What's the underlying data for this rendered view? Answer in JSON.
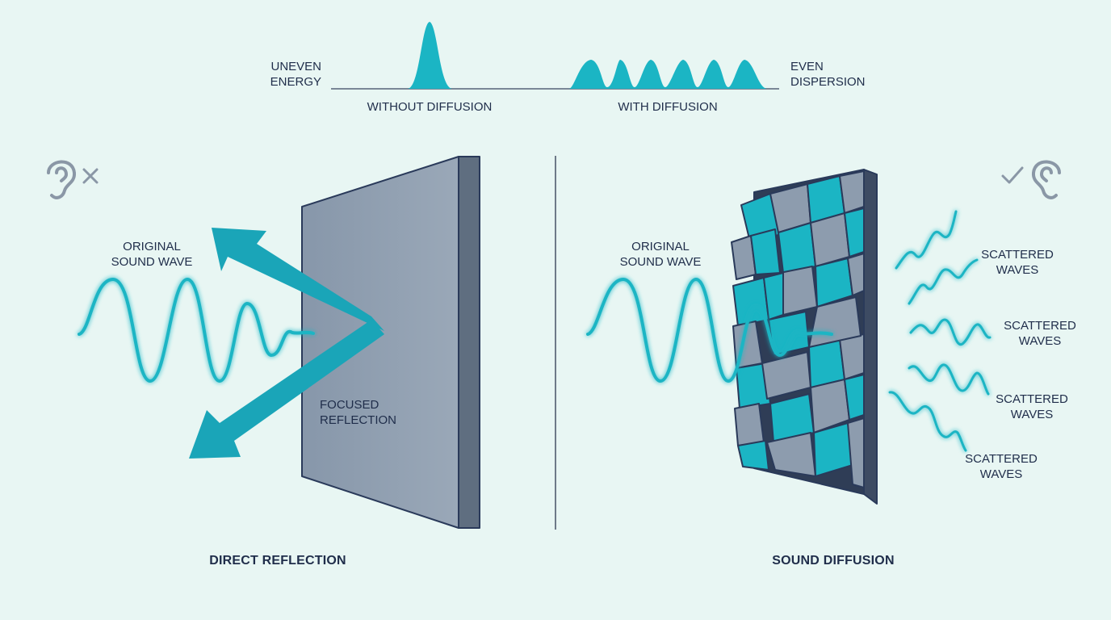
{
  "energy_graph": {
    "uneven_label": "UNEVEN\nENERGY",
    "even_label": "EVEN\nDISPERSION",
    "without_label": "WITHOUT DIFFUSION",
    "with_label": "WITH DIFFUSION"
  },
  "left_panel": {
    "title": "DIRECT REFLECTION",
    "wave_label": "ORIGINAL\nSOUND WAVE",
    "reflection_label": "FOCUSED\nREFLECTION",
    "ear_icon": "ear-icon",
    "status_icon": "cross-icon"
  },
  "right_panel": {
    "title": "SOUND DIFFUSION",
    "wave_label": "ORIGINAL\nSOUND WAVE",
    "scattered_labels": [
      "SCATTERED\nWAVES",
      "SCATTERED\nWAVES",
      "SCATTERED\nWAVES",
      "SCATTERED\nWAVES"
    ],
    "ear_icon": "ear-icon",
    "status_icon": "check-icon"
  },
  "colors": {
    "background": "#e8f6f3",
    "accent": "#1bb5c4",
    "wall_face": "#8d9cae",
    "wall_edge": "#5f6e80",
    "outline": "#2a3a5a",
    "text": "#1f2d4a",
    "icon": "#8a97a6"
  }
}
